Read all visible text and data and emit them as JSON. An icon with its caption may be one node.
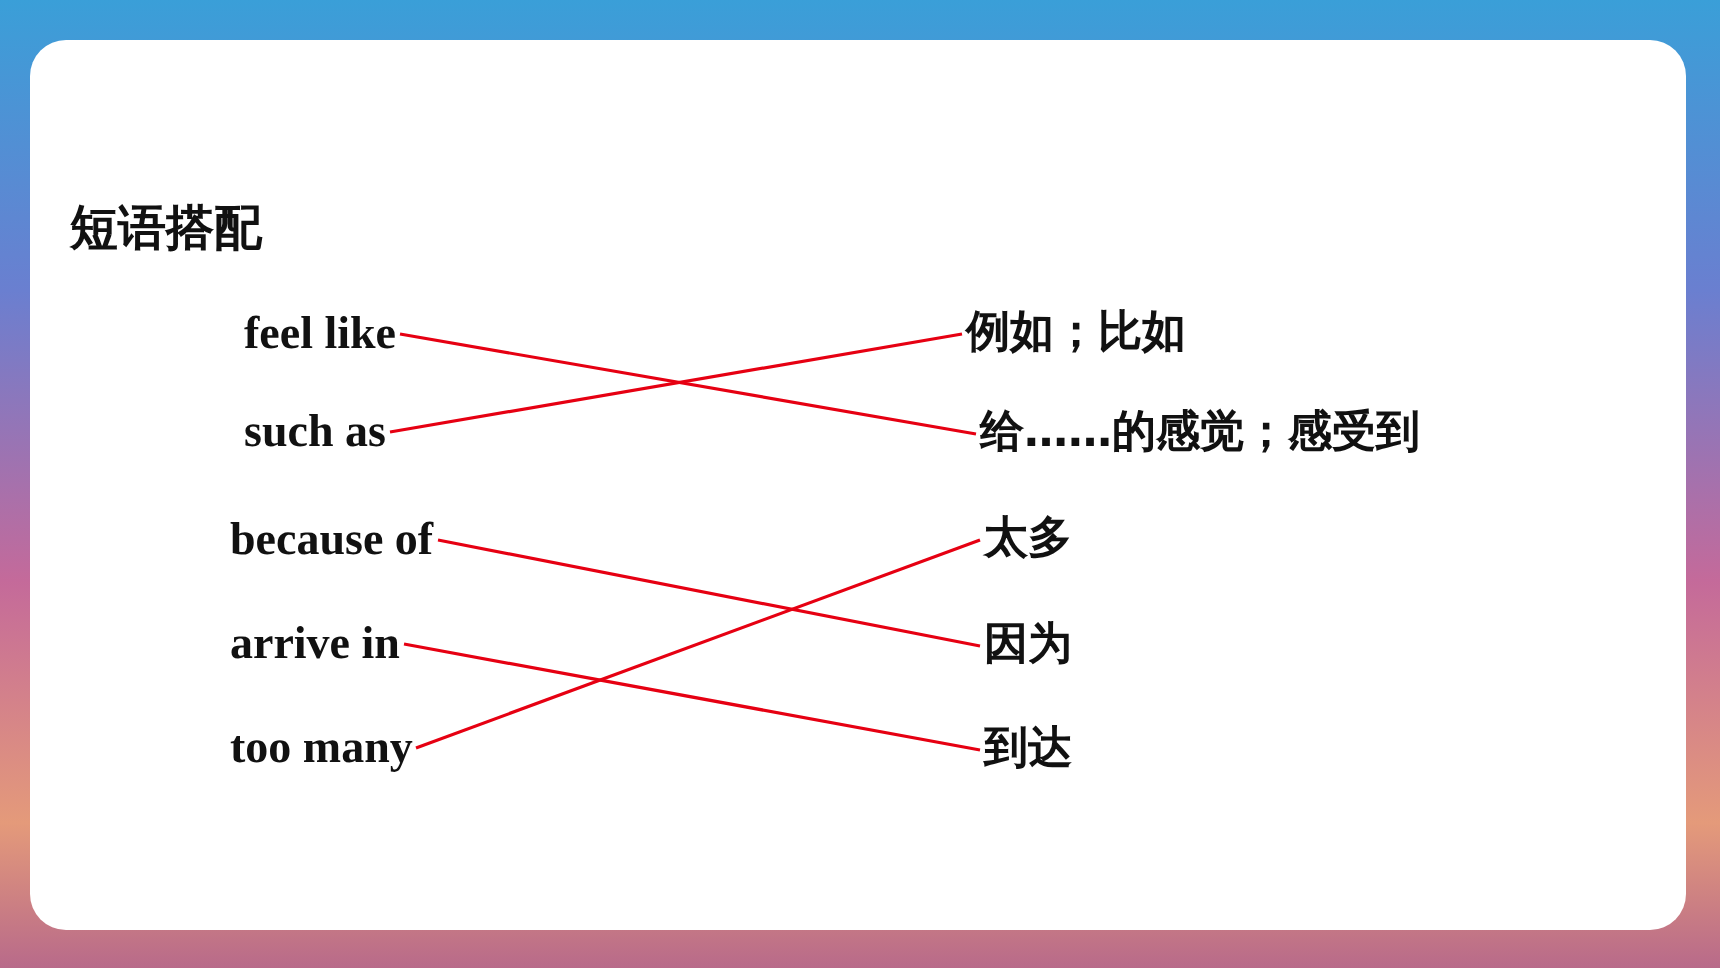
{
  "diagram": {
    "title": "短语搭配",
    "nodes": [
      {
        "text": [
          "feel like"
        ]
      },
      {
        "text": [
          "such as"
        ]
      },
      {
        "text": [
          "because of"
        ]
      },
      {
        "text": [
          "arrive in"
        ]
      },
      {
        "text": [
          "too many"
        ]
      },
      {
        "text": [
          "例如；比如"
        ]
      },
      {
        "text": [
          "给……的感觉；感受到"
        ]
      },
      {
        "text": [
          "太多"
        ]
      },
      {
        "text": [
          "因为"
        ]
      },
      {
        "text": [
          "到达"
        ]
      }
    ],
    "edges": [
      {
        "from": 0,
        "to": 6,
        "arrow": "none",
        "color": "#e60012"
      },
      {
        "from": 1,
        "to": 5,
        "arrow": "none",
        "color": "#e60012"
      },
      {
        "from": 2,
        "to": 8,
        "arrow": "none",
        "color": "#e60012"
      },
      {
        "from": 3,
        "to": 9,
        "arrow": "none",
        "color": "#e60012"
      },
      {
        "from": 4,
        "to": 7,
        "arrow": "none",
        "color": "#e60012"
      }
    ]
  }
}
